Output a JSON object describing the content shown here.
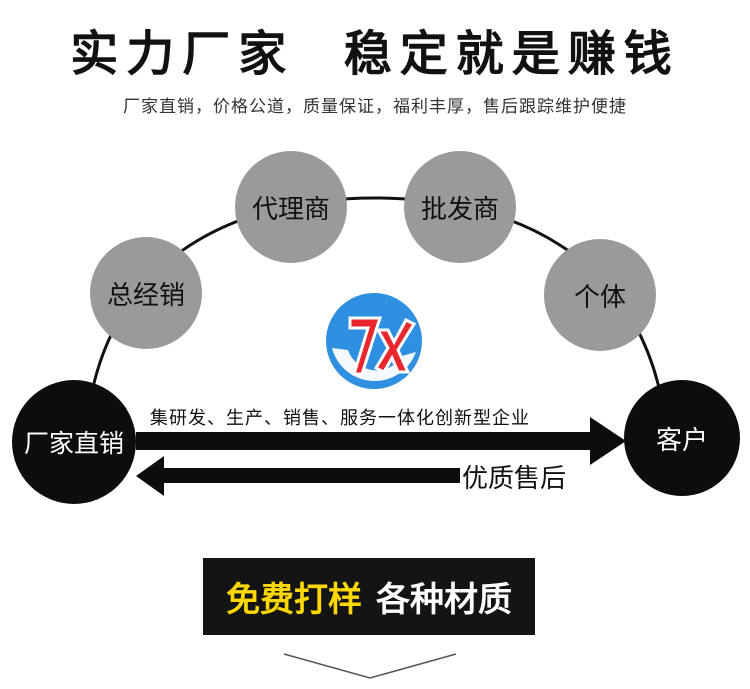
{
  "header": {
    "title": "实力厂家  稳定就是赚钱",
    "subtitle": "厂家直销，价格公道，质量保证，福利丰厚，售后跟踪维护便捷"
  },
  "chain": {
    "start": "厂家直销",
    "nodes": [
      "总经销",
      "代理商",
      "批发商",
      "个体"
    ],
    "end": "客户"
  },
  "arrows": {
    "forward_label": "集研发、生产、销售、服务一体化创新型企业",
    "back_label": "优质售后"
  },
  "banner": {
    "highlight": "免费打样",
    "text": "各种材质"
  },
  "colors": {
    "accent_yellow": "#ffd800",
    "logo_blue": "#2f8fe0",
    "logo_red": "#e8262b",
    "node_gray": "#9a9a9a"
  }
}
